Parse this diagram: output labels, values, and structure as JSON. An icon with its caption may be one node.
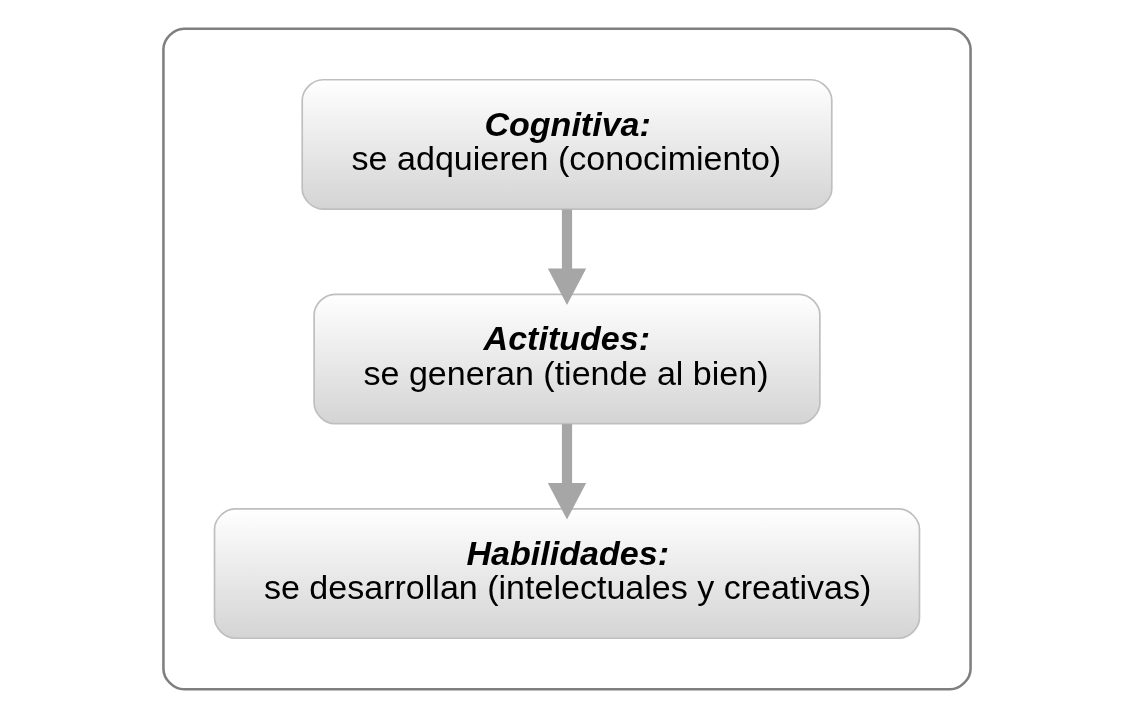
{
  "diagram": {
    "nodes": [
      {
        "text": [],
        "shape": "box"
      },
      {
        "text": [
          "Cognitiva:",
          "se adquieren (conocimiento)"
        ],
        "in": 0
      },
      {
        "text": [
          "Actitudes:",
          "se generan (tiende al bien)"
        ],
        "in": 0
      },
      {
        "text": [
          "Habilidades:",
          "se desarrollan (intelectuales y creativas)"
        ],
        "in": 0
      }
    ],
    "edges": [
      {
        "from": 1,
        "to": 2,
        "arrow": "to"
      },
      {
        "from": 2,
        "to": 3,
        "arrow": "to"
      }
    ]
  }
}
